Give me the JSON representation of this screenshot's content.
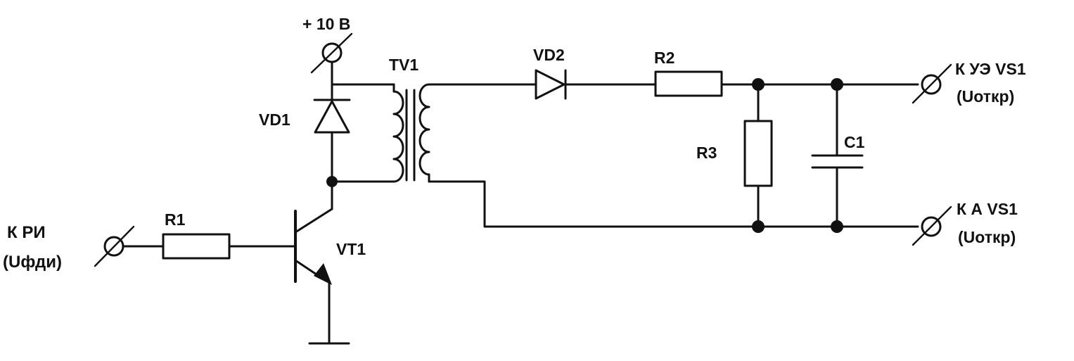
{
  "labels": {
    "supply": "+ 10 В",
    "transformer": "TV1",
    "diode_vd1": "VD1",
    "diode_vd2": "VD2",
    "res_r1": "R1",
    "res_r2": "R2",
    "res_r3": "R3",
    "cap_c1": "C1",
    "transistor": "VT1",
    "input_line1": "К РИ",
    "input_line2": "(Uфди)",
    "out_top_line1": "К УЭ VS1",
    "out_top_line2": "(Uоткр)",
    "out_bot_line1": "К А VS1",
    "out_bot_line2": "(Uоткр)"
  }
}
